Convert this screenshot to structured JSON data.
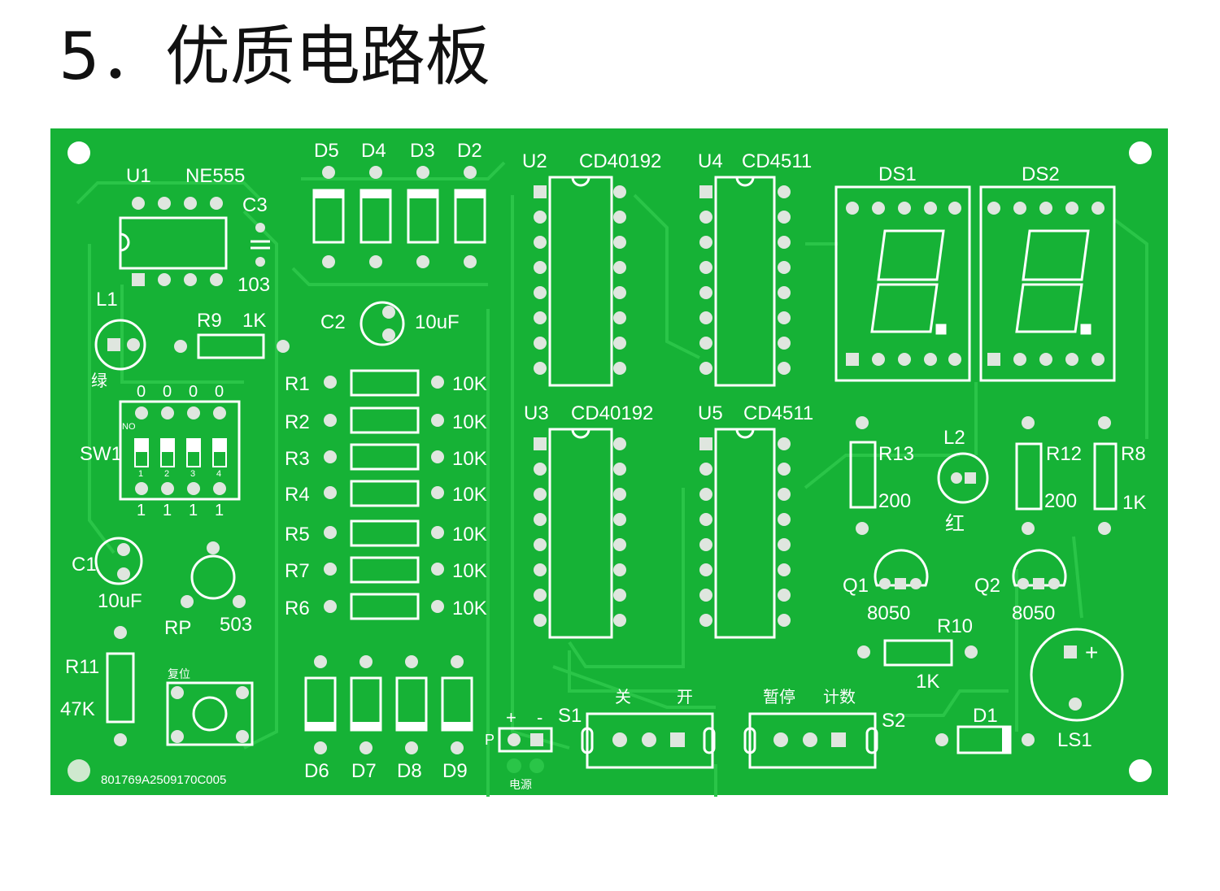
{
  "page": {
    "title": "5．优质电路板"
  },
  "board": {
    "colors": {
      "board": "#16b236",
      "trace": "#2ac548",
      "silk": "#ffffff",
      "pad": "#dfe6df",
      "hole": "#ffffff"
    },
    "serial": "801769A2509170C005",
    "labels": {
      "u1": "U1",
      "ne555": "NE555",
      "c3": "C3",
      "c3_value": "103",
      "l1": "L1",
      "l1_color": "绿",
      "r9": "R9",
      "r9_value": "1K",
      "sw1": "SW1",
      "sw_top": [
        "0",
        "0",
        "0",
        "0"
      ],
      "sw_bottom": [
        "1",
        "1",
        "1",
        "1"
      ],
      "sw_nums": [
        "1",
        "2",
        "3",
        "4"
      ],
      "sw_on": "NO",
      "c1": "C1",
      "c1_value": "10uF",
      "rp": "RP",
      "rp_value": "503",
      "r11": "R11",
      "r11_value": "47K",
      "reset": "复位",
      "d_top": [
        "D5",
        "D4",
        "D3",
        "D2"
      ],
      "c2": "C2",
      "c2_value": "10uF",
      "r_left": [
        "R1",
        "R2",
        "R3",
        "R4",
        "R5",
        "R7",
        "R6"
      ],
      "r_values": [
        "10K",
        "10K",
        "10K",
        "10K",
        "10K",
        "10K",
        "10K"
      ],
      "d_bottom": [
        "D6",
        "D7",
        "D8",
        "D9"
      ],
      "u2": "U2",
      "u2_chip": "CD40192",
      "u3": "U3",
      "u3_chip": "CD40192",
      "u4": "U4",
      "u4_chip": "CD4511",
      "u5": "U5",
      "u5_chip": "CD4511",
      "ds1": "DS1",
      "ds2": "DS2",
      "r13": "R13",
      "r13_value": "200",
      "l2": "L2",
      "l2_color": "红",
      "r12": "R12",
      "r12_value": "200",
      "r8": "R8",
      "r8_value": "1K",
      "q1": "Q1",
      "q1_value": "8050",
      "q2": "Q2",
      "q2_value": "8050",
      "r10": "R10",
      "r10_value": "1K",
      "ls1": "LS1",
      "d1": "D1",
      "s1": "S1",
      "s1_off": "关",
      "s1_on": "开",
      "s2": "S2",
      "s2_pause": "暂停",
      "s2_count": "计数",
      "power": "电源",
      "power_p": "P",
      "plus": "+",
      "minus": "-"
    }
  }
}
